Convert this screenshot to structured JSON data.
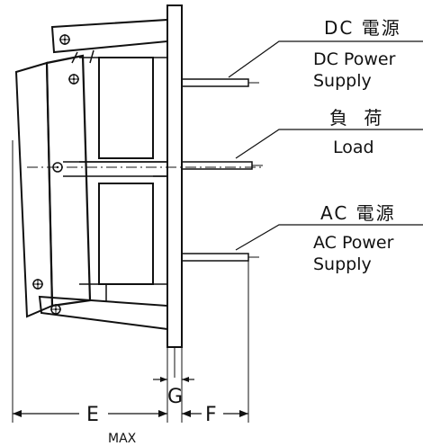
{
  "labels": {
    "dc_jp": "DC 電源",
    "dc_en_1": "DC Power",
    "dc_en_2": "Supply",
    "load_jp": "負 荷",
    "load_en": "Load",
    "ac_jp": "AC 電源",
    "ac_en_1": "AC Power",
    "ac_en_2": "Supply"
  },
  "dimensions": {
    "e": "E",
    "g": "G",
    "f": "F",
    "max": "MAX"
  }
}
